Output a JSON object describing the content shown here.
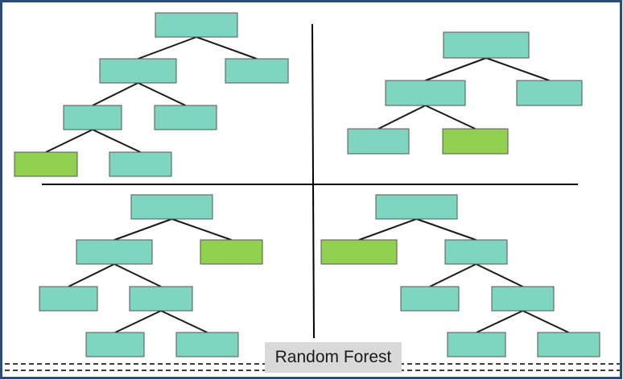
{
  "caption": "Random Forest",
  "colors": {
    "node_fill": "#7fd6c0",
    "leaf_highlight": "#92d050",
    "edge": "#1a1a1a",
    "frame": "#2e4a7a",
    "divider": "#000000",
    "caption_bg": "#d9d9d9"
  },
  "trees": [
    {
      "name": "tree-top-left",
      "nodes": [
        {
          "id": "a",
          "parent": null,
          "highlight": false
        },
        {
          "id": "b",
          "parent": "a",
          "highlight": false
        },
        {
          "id": "c",
          "parent": "a",
          "highlight": false
        },
        {
          "id": "d",
          "parent": "b",
          "highlight": false
        },
        {
          "id": "e",
          "parent": "b",
          "highlight": false
        },
        {
          "id": "f",
          "parent": "d",
          "highlight": true
        },
        {
          "id": "g",
          "parent": "d",
          "highlight": false
        }
      ]
    },
    {
      "name": "tree-top-right",
      "nodes": [
        {
          "id": "a",
          "parent": null,
          "highlight": false
        },
        {
          "id": "b",
          "parent": "a",
          "highlight": false
        },
        {
          "id": "c",
          "parent": "a",
          "highlight": false
        },
        {
          "id": "d",
          "parent": "b",
          "highlight": false
        },
        {
          "id": "e",
          "parent": "b",
          "highlight": true
        }
      ]
    },
    {
      "name": "tree-bottom-left",
      "nodes": [
        {
          "id": "a",
          "parent": null,
          "highlight": false
        },
        {
          "id": "b",
          "parent": "a",
          "highlight": false
        },
        {
          "id": "c",
          "parent": "a",
          "highlight": true
        },
        {
          "id": "d",
          "parent": "b",
          "highlight": false
        },
        {
          "id": "e",
          "parent": "b",
          "highlight": false
        },
        {
          "id": "f",
          "parent": "e",
          "highlight": false
        },
        {
          "id": "g",
          "parent": "e",
          "highlight": false
        }
      ]
    },
    {
      "name": "tree-bottom-right",
      "nodes": [
        {
          "id": "a",
          "parent": null,
          "highlight": false
        },
        {
          "id": "b",
          "parent": "a",
          "highlight": true
        },
        {
          "id": "c",
          "parent": "a",
          "highlight": false
        },
        {
          "id": "d",
          "parent": "c",
          "highlight": false
        },
        {
          "id": "e",
          "parent": "c",
          "highlight": false
        },
        {
          "id": "f",
          "parent": "e",
          "highlight": false
        },
        {
          "id": "g",
          "parent": "e",
          "highlight": false
        }
      ]
    }
  ]
}
